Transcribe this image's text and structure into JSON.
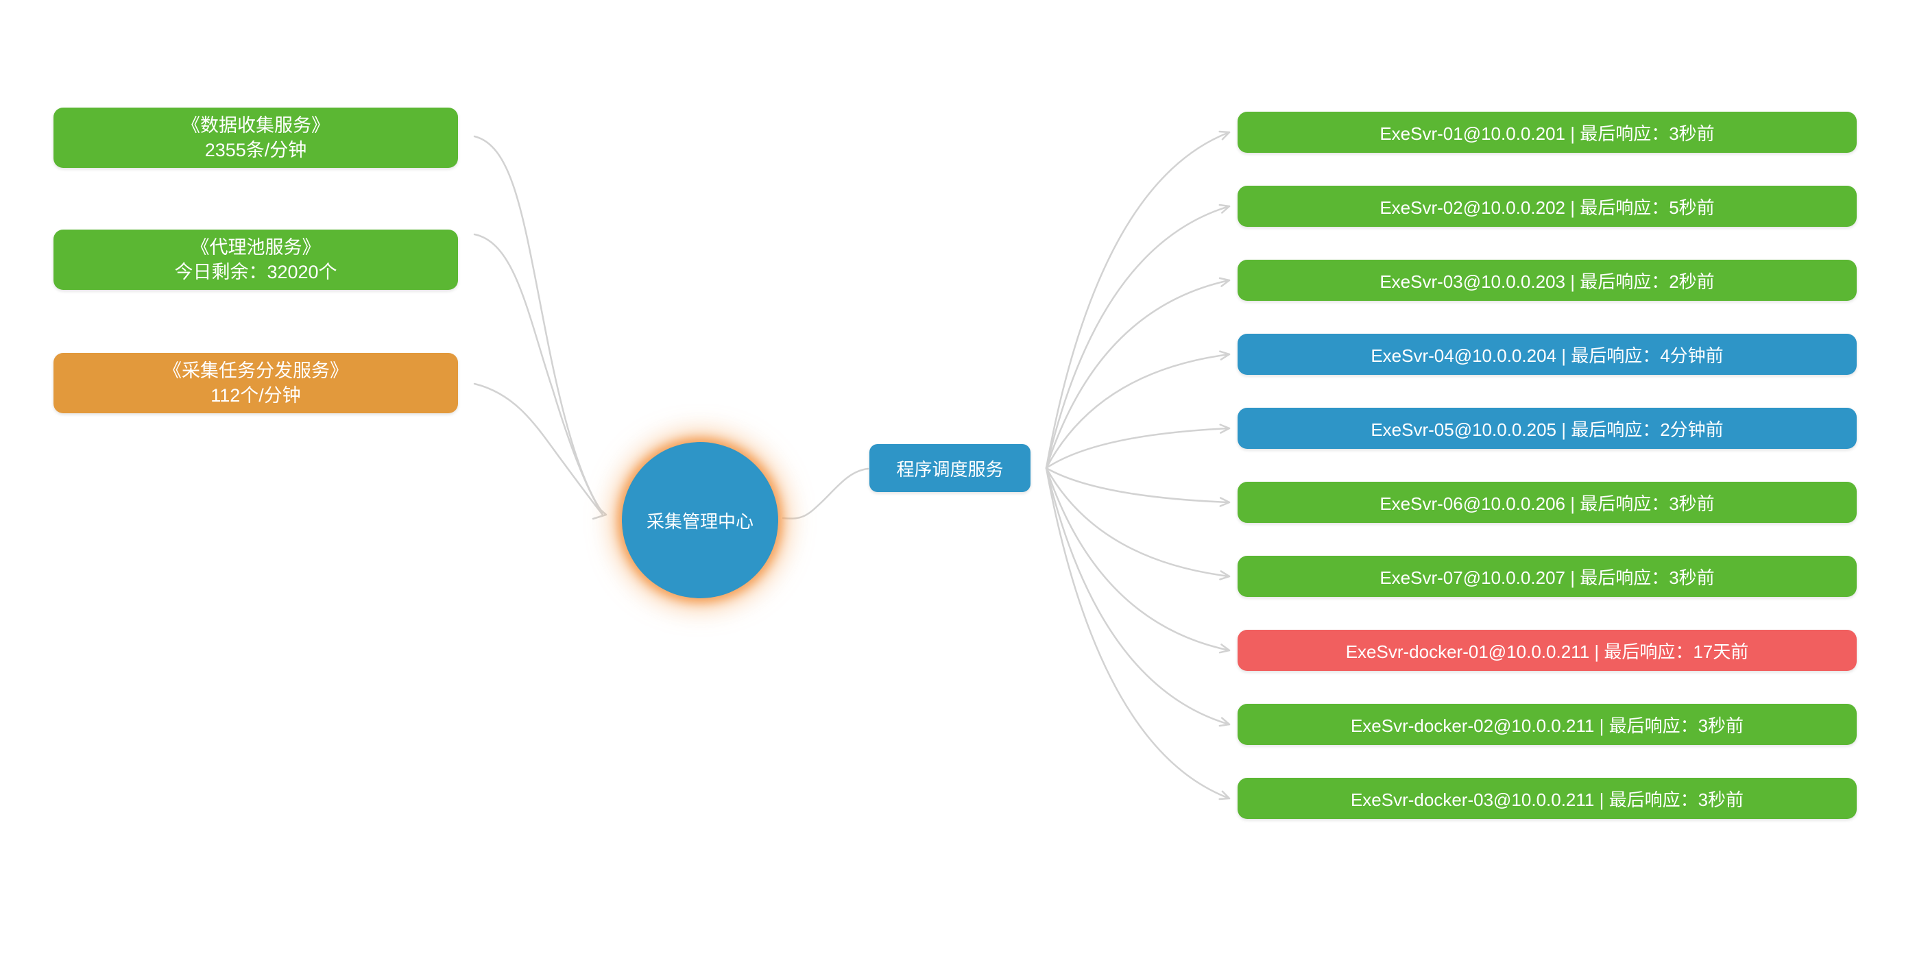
{
  "colors": {
    "green": "#5bb733",
    "blue": "#2e95c7",
    "orange": "#e2993c",
    "red": "#f15f5f",
    "connector": "#d2d2d2",
    "node_text": "#ffffff",
    "background": "#ffffff",
    "center_glow": "#f3a05c"
  },
  "left_services": [
    {
      "title": "《数据收集服务》",
      "detail": "2355条/分钟",
      "status": "green"
    },
    {
      "title": "《代理池服务》",
      "detail": "今日剩余：32020个",
      "status": "green"
    },
    {
      "title": "《采集任务分发服务》",
      "detail": "112个/分钟",
      "status": "orange"
    }
  ],
  "center": {
    "label": "采集管理中心",
    "status": "blue"
  },
  "scheduler": {
    "label": "程序调度服务",
    "status": "blue"
  },
  "servers": [
    {
      "label": "ExeSvr-01@10.0.0.201 | 最后响应：3秒前",
      "status": "green"
    },
    {
      "label": "ExeSvr-02@10.0.0.202 | 最后响应：5秒前",
      "status": "green"
    },
    {
      "label": "ExeSvr-03@10.0.0.203 | 最后响应：2秒前",
      "status": "green"
    },
    {
      "label": "ExeSvr-04@10.0.0.204 | 最后响应：4分钟前",
      "status": "blue"
    },
    {
      "label": "ExeSvr-05@10.0.0.205 | 最后响应：2分钟前",
      "status": "blue"
    },
    {
      "label": "ExeSvr-06@10.0.0.206 | 最后响应：3秒前",
      "status": "green"
    },
    {
      "label": "ExeSvr-07@10.0.0.207 | 最后响应：3秒前",
      "status": "green"
    },
    {
      "label": "ExeSvr-docker-01@10.0.0.211 | 最后响应：17天前",
      "status": "red"
    },
    {
      "label": "ExeSvr-docker-02@10.0.0.211 | 最后响应：3秒前",
      "status": "green"
    },
    {
      "label": "ExeSvr-docker-03@10.0.0.211 | 最后响应：3秒前",
      "status": "green"
    }
  ]
}
